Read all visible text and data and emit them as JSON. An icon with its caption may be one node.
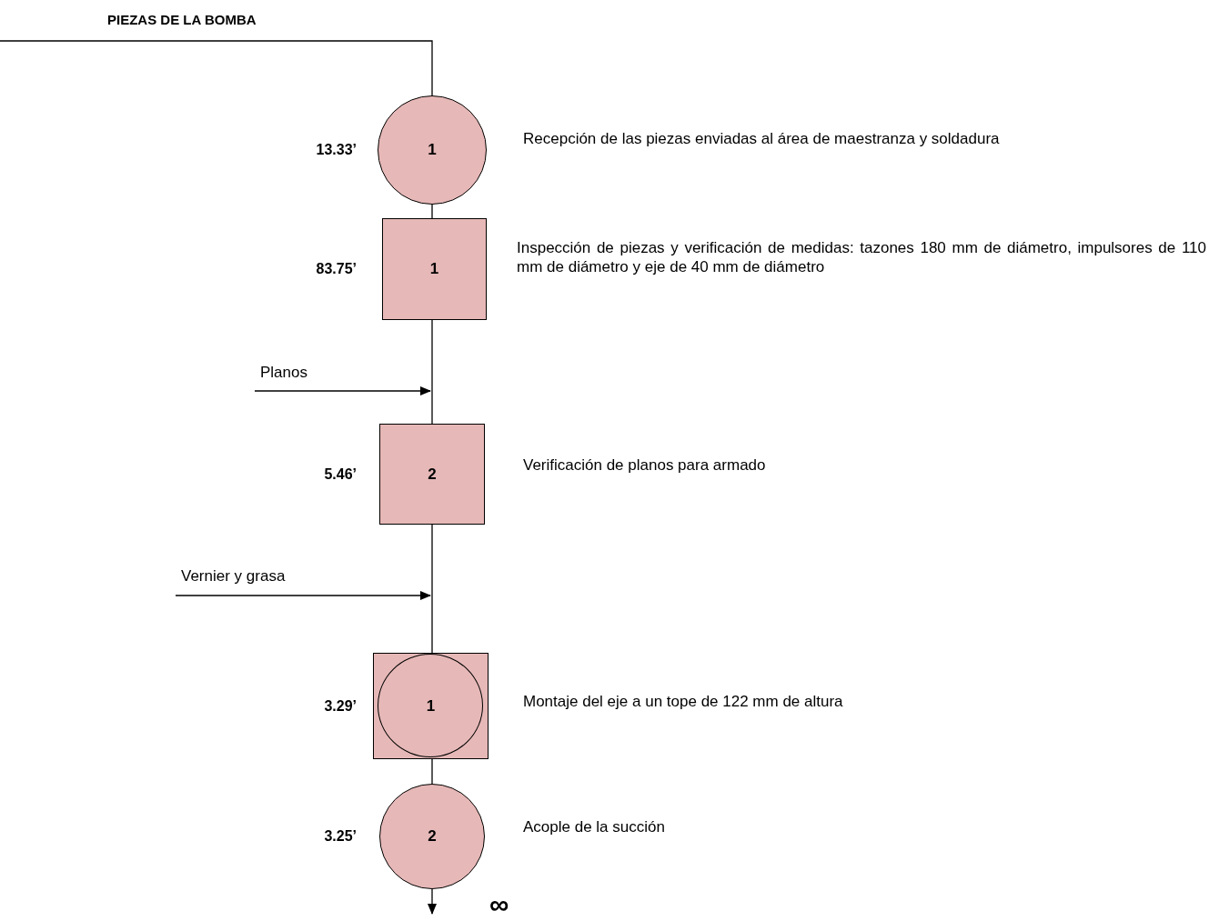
{
  "diagram": {
    "title": "PIEZAS DE LA BOMBA",
    "nodes": [
      {
        "text": [
          "1"
        ],
        "beside": [
          "13.33’",
          "Recepción de las piezas enviadas al área de maestranza y soldadura"
        ]
      },
      {
        "text": [
          "1"
        ],
        "beside": [
          "83.75’",
          "Inspección de piezas y verificación de medidas: tazones 180 mm de diámetro, impulsores de 110 mm de diámetro y eje de 40 mm de diámetro"
        ]
      },
      {
        "text": [
          "Planos"
        ]
      },
      {
        "text": [
          "2"
        ],
        "beside": [
          "5.46’",
          "Verificación de planos para armado"
        ]
      },
      {
        "text": [
          "Vernier y grasa"
        ]
      },
      {
        "text": [
          "1"
        ],
        "beside": [
          "3.29’",
          "Montaje del eje a un tope de 122 mm de altura"
        ]
      },
      {
        "text": [
          "2"
        ],
        "beside": [
          "3.25’",
          "Acople de la succión"
        ]
      }
    ],
    "edges": [
      {
        "from": null,
        "to": 0,
        "arrow": "none"
      },
      {
        "from": 0,
        "to": 1,
        "arrow": "none"
      },
      {
        "from": 1,
        "to": 3,
        "arrow": "none"
      },
      {
        "from": 2,
        "to": null,
        "arrow": "to"
      },
      {
        "from": 3,
        "to": 5,
        "arrow": "none"
      },
      {
        "from": 4,
        "to": null,
        "arrow": "to"
      },
      {
        "from": 5,
        "to": 6,
        "arrow": "none"
      },
      {
        "from": 6,
        "to": null,
        "arrow": "to"
      }
    ],
    "labels": [
      "∞"
    ]
  }
}
